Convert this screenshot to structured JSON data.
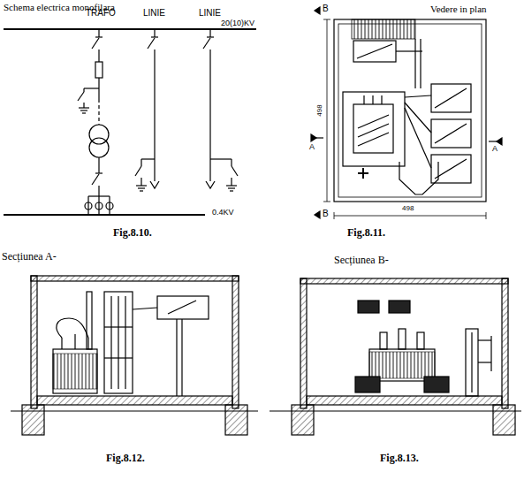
{
  "diagram": {
    "labels": [
      "Schema electrica monofilara",
      "TRAFO",
      "LINIE",
      "LINIE",
      "20(10)KV",
      "0.4KV",
      "B",
      "Vedere in plan",
      "A",
      "A",
      "498",
      "498",
      "B",
      "Fig.8.10.",
      "Fig.8.11.",
      "Secțiunea A-",
      "Secțiunea B-",
      "Fig.8.12.",
      "Fig.8.13."
    ]
  }
}
